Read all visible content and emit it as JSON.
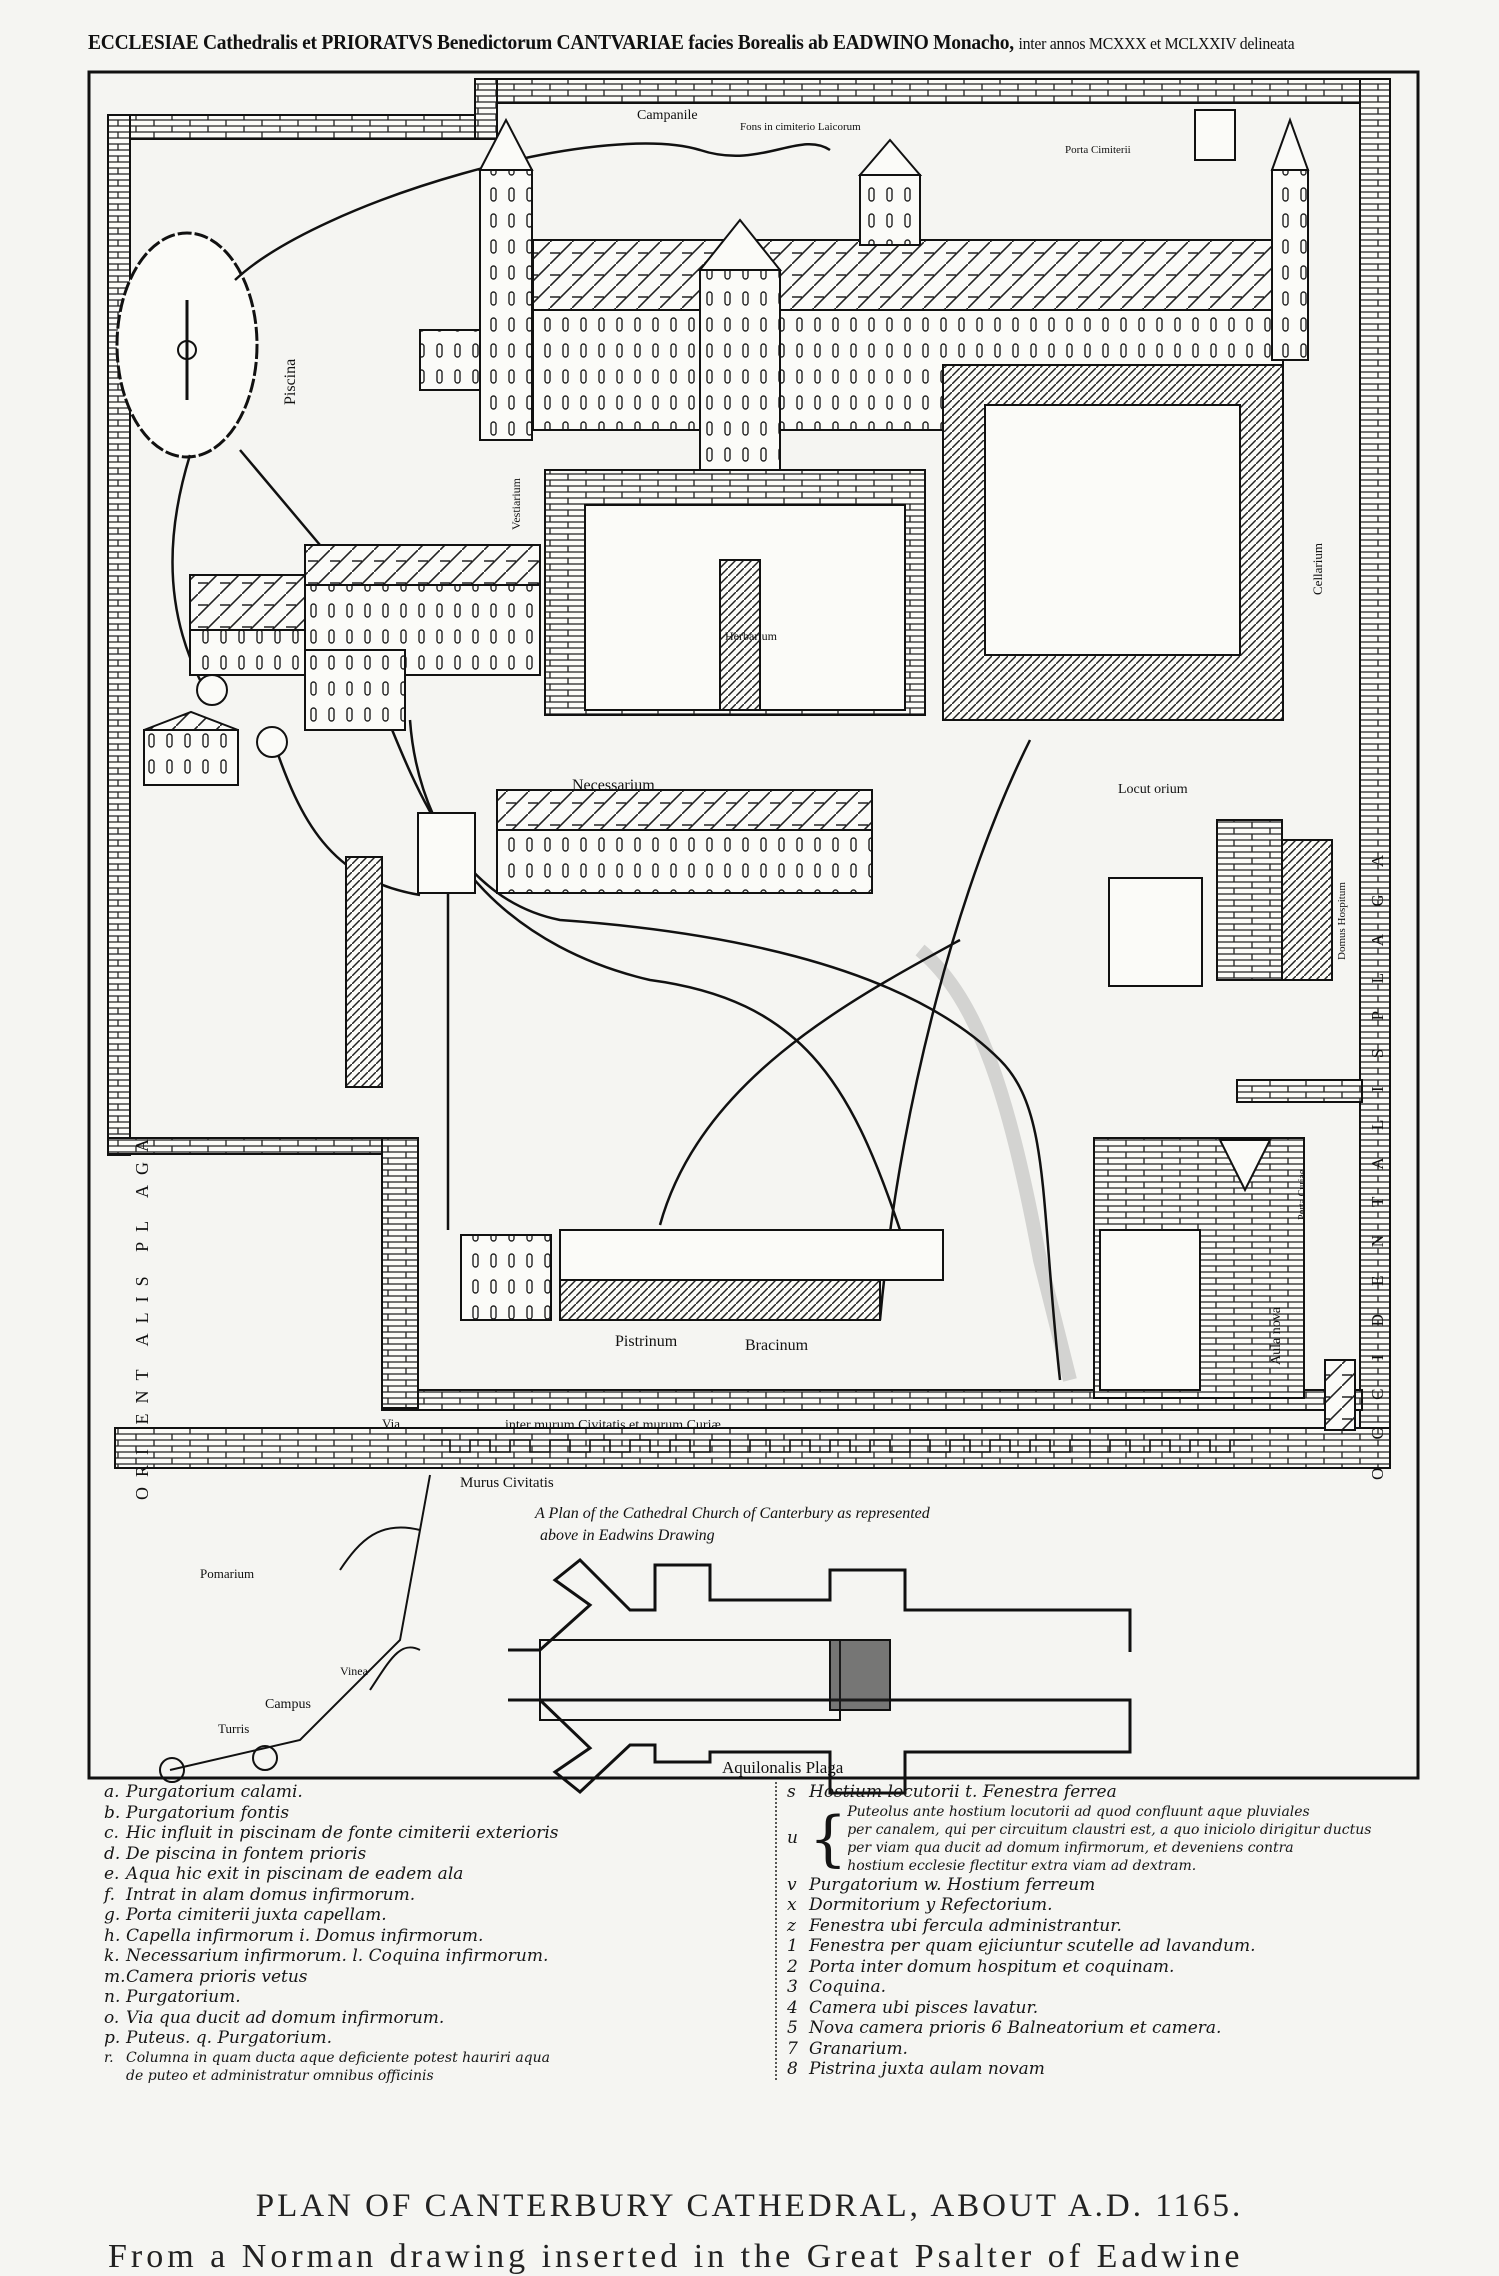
{
  "header": {
    "title_main": "ECCLESIAE Cathedralis et PRIORATVS Benedictorum CANTVARIAE facies Borealis ab EADWINO Monacho,",
    "title_tail": "inter annos MCXXX et MCLXXIV delineata"
  },
  "map": {
    "labels": {
      "campanile": "Campanile",
      "fons": "Fons in cimiterio Laicorum",
      "porta_cimiterii": "Porta Cimiterii",
      "piscina": "Piscina",
      "vestiarium": "Vestiarium",
      "cellarium": "Cellarium",
      "herbarium": "Herbarium",
      "necessarium": "Necessarium",
      "locutorium": "Locut orium",
      "domus_hospitum": "Domus Hospitum",
      "porta_curiae": "Porta Curiae",
      "aula_nova": "Aula nova",
      "pistrinum": "Pistrinum",
      "bracinum": "Bracinum",
      "via": "Via",
      "via_inter": "inter murum Civitatis et murum Curiæ",
      "murus": "Murus Civitatis",
      "pomarium": "Pomarium",
      "vinea": "Vinea",
      "campus": "Campus",
      "turris": "Turris",
      "aquilonalis": "Aquilonalis Plaga",
      "orientalis": "ORI ENT ALIS PL AGA",
      "occidentalis": "O C C I D E N T A L I S   P L A G A",
      "plan_note_1": "A Plan of the Cathedral Church of Canterbury as represented",
      "plan_note_2": "above in Eadwins Drawing"
    }
  },
  "legend_left": [
    {
      "key": "a.",
      "text": "Purgatorium calami."
    },
    {
      "key": "b.",
      "text": "Purgatorium fontis"
    },
    {
      "key": "c.",
      "text": "Hic influit in piscinam de fonte cimiterii exterioris"
    },
    {
      "key": "d.",
      "text": "De piscina in fontem prioris"
    },
    {
      "key": "e.",
      "text": "Aqua hic exit in piscinam de eadem ala"
    },
    {
      "key": "f.",
      "text": "Intrat in alam domus infirmorum."
    },
    {
      "key": "g.",
      "text": "Porta cimiterii juxta capellam."
    },
    {
      "key": "h.",
      "text": "Capella infirmorum  i. Domus infirmorum."
    },
    {
      "key": "k.",
      "text": "Necessarium infirmorum. l. Coquina infirmorum."
    },
    {
      "key": "m.",
      "text": "Camera prioris vetus"
    },
    {
      "key": "n.",
      "text": "Purgatorium."
    },
    {
      "key": "o.",
      "text": "Via qua ducit ad domum infirmorum."
    },
    {
      "key": "p.",
      "text": "Puteus.  q. Purgatorium."
    },
    {
      "key": "r.",
      "text": "Columna in quam ducta aque deficiente potest hauriri aqua"
    },
    {
      "key": "",
      "text": "de puteo et administratur omnibus officinis"
    }
  ],
  "legend_right": {
    "first": {
      "key": "s",
      "text": "Hostium locutorii  t. Fenestra ferrea"
    },
    "u_key": "u",
    "u_lines": [
      "Puteolus ante hostium locutorii ad quod confluunt aque pluviales",
      "per canalem, qui per circuitum claustri est, a quo iniciolo dirigitur ductus",
      "per viam qua ducit ad domum infirmorum, et deveniens contra",
      "hostium ecclesie flectitur extra viam ad dextram."
    ],
    "rest": [
      {
        "key": "v",
        "text": "Purgatorium      w. Hostium ferreum"
      },
      {
        "key": "x",
        "text": "Dormitorium     y Refectorium."
      },
      {
        "key": "z",
        "text": "Fenestra ubi fercula administrantur."
      },
      {
        "key": "1",
        "text": "Fenestra per quam ejiciuntur scutelle ad lavandum."
      },
      {
        "key": "2",
        "text": "Porta inter domum hospitum et coquinam."
      },
      {
        "key": "3",
        "text": "Coquina."
      },
      {
        "key": "4",
        "text": "Camera ubi pisces lavatur."
      },
      {
        "key": "5",
        "text": "Nova camera prioris      6 Balneatorium et camera."
      },
      {
        "key": "7",
        "text": "Granarium."
      },
      {
        "key": "8",
        "text": "Pistrina juxta aulam novam"
      }
    ]
  },
  "caption": "PLAN OF CANTERBURY CATHEDRAL, ABOUT A.D. 1165.",
  "cut_line": "From a Norman drawing inserted in the Great Psalter of Eadwine"
}
